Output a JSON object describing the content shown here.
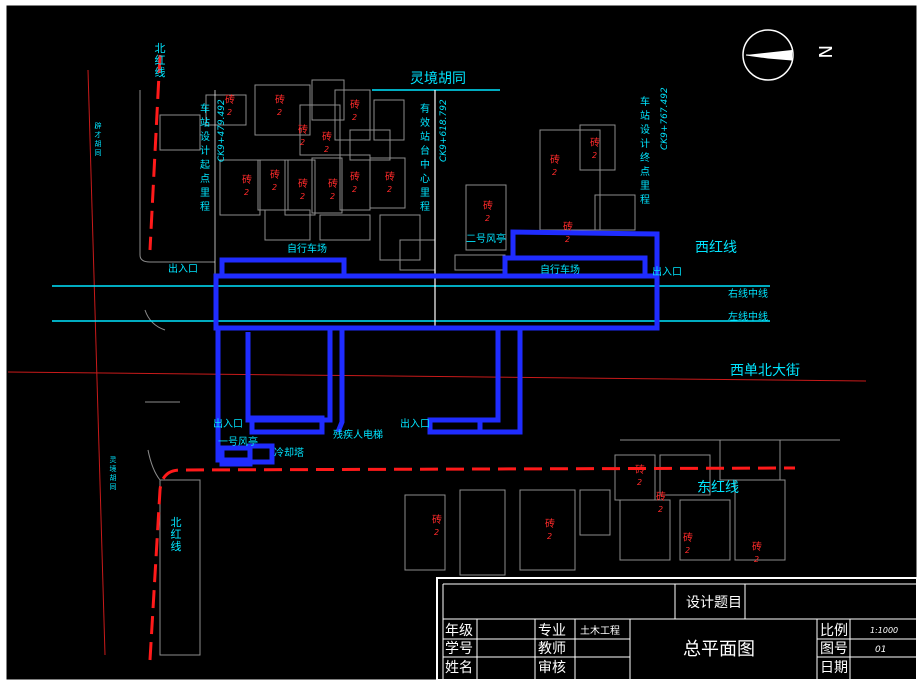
{
  "north": "N",
  "streets": {
    "north_lane": "灵境胡同",
    "main_avenue": "西单北大街",
    "left_lane": "辟才胡同",
    "lower_left_lane": "灵境胡同"
  },
  "red_lines": {
    "north": "北红线",
    "west": "西红线",
    "east": "东红线",
    "south": "北红线"
  },
  "centerlines": {
    "right_track": "右线中线",
    "left_track": "左线中线"
  },
  "station": {
    "start_label": "车站设计起点里程",
    "start_chainage": "CK9+479.492",
    "center_label": "有效站台中心里程",
    "center_chainage": "CK9+618.792",
    "end_label": "车站设计终点里程",
    "end_chainage": "CK9+767.492"
  },
  "facilities": {
    "bike_left": "自行车场",
    "bike_right": "自行车场",
    "entrance_nw": "出入口",
    "entrance_ne": "出入口",
    "entrance_sw": "出入口",
    "entrance_s": "出入口",
    "wind_pavilion_1": "一号风亭",
    "wind_pavilion_2": "二号风亭",
    "cooling_tower": "冷却塔",
    "accessible_elevator": "残疾人电梯"
  },
  "building_mark": "砖",
  "building_floor": "2",
  "title_block": {
    "design_topic": "设计题目",
    "drawing_title": "总平面图",
    "grade": "年级",
    "student_no": "学号",
    "name": "姓名",
    "major": "专业",
    "major_value": "土木工程",
    "teacher": "教师",
    "review": "审核",
    "scale": "比例",
    "scale_value": "1:1000",
    "drawing_no": "图号",
    "drawing_no_value": "01",
    "date": "日期"
  },
  "colors": {
    "background": "#000000",
    "frame": "#ffffff",
    "red_line": "#ff1a1a",
    "station_outline": "#1f2cff",
    "cyan": "#00e5ff",
    "street_line": "#d21a1a",
    "building": "#8c8c8c",
    "text_white": "#ffffff",
    "building_text": "#ff2a2a"
  }
}
